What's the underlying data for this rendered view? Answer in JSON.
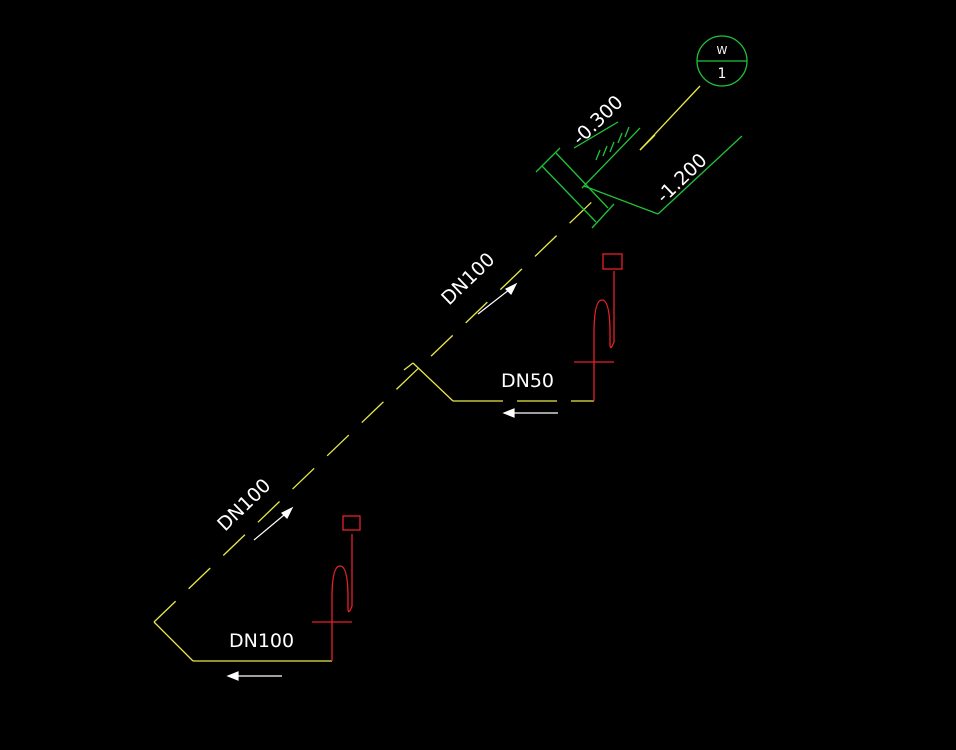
{
  "colors": {
    "background": "#000000",
    "pipe": "#e8e84a",
    "fixture": "#e8202a",
    "structure": "#20c23a",
    "label": "#ffffff",
    "arrow": "#ffffff"
  },
  "labels": {
    "main_upper": "DN100",
    "main_lower": "DN100",
    "branch_upper": "DN50",
    "branch_lower": "DN100",
    "elev_top": "-0.300",
    "elev_bottom": "-1.200",
    "tag_letter": "W",
    "tag_number": "1"
  },
  "icons": {
    "flow_arrow": "arrow-right-icon",
    "floor_drain": "floor-drain-icon",
    "trap": "p-trap-icon",
    "tag": "pipe-tag-icon"
  }
}
